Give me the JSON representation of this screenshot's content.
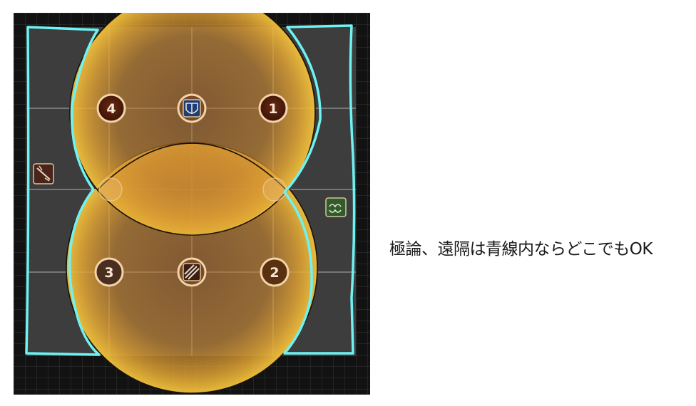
{
  "caption": "極論、遠隔は青線内ならどこでもOK",
  "markers": {
    "m1": "1",
    "m2": "2",
    "m3": "3",
    "m4": "4"
  },
  "colors": {
    "floor": "#3d3d3d",
    "grid_line": "#c8c8c8",
    "aoe_fill": "#e6a531",
    "aoe_edge": "#1a1208",
    "safe_outline": "#6ff2f2",
    "marker_ring": "#f4d3a8",
    "tank_icon_bg": "#1e3c78",
    "healer_icon_bg": "#2f5c2c",
    "dps_icon_bg": "#4a2418"
  },
  "icons": {
    "center_top": "tank-role-icon",
    "center_bottom": "striped-role-icon",
    "left": "ranged-physical-dps-icon",
    "right": "healer-role-icon"
  }
}
